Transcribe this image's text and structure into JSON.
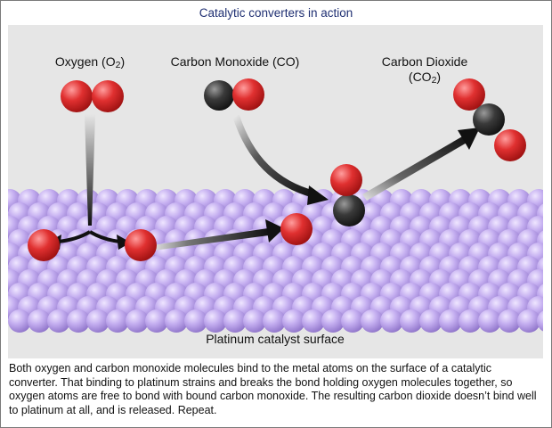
{
  "title": "Catalytic converters in action",
  "labels": {
    "oxygen": {
      "text": "Oxygen (O",
      "sub": "2",
      "close": ")"
    },
    "carbon_monoxide": "Carbon Monoxide (CO)",
    "carbon_dioxide_line1": "Carbon Dioxide",
    "carbon_dioxide_line2": {
      "text": "(CO",
      "sub": "2",
      "close": ")"
    },
    "surface": "Platinum catalyst surface"
  },
  "caption": "Both oxygen and carbon monoxide molecules bind to the metal atoms on the surface of a catalytic converter. That binding to platinum strains and breaks the bond holding oxygen molecules together, so oxygen atoms are free to bond with bound carbon monoxide. The resulting carbon dioxide doesn’t bind well to platinum at all, and is released. Repeat.",
  "colors": {
    "background": "#e6e6e6",
    "platinum": "#b59ee0",
    "oxygen": "#d92b2b",
    "carbon": "#2e2e2e",
    "title": "#1f2f72"
  }
}
